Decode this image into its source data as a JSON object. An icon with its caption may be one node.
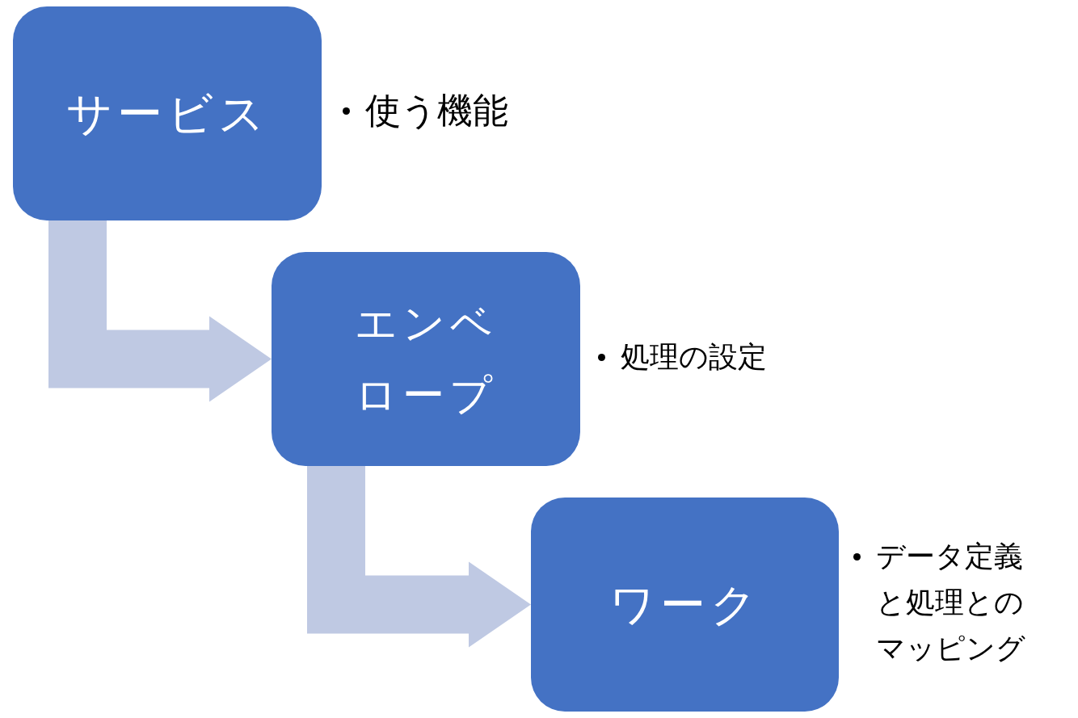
{
  "diagram": {
    "nodes": [
      {
        "text": [
          "サービス"
        ],
        "beside": [
          "使う機能"
        ]
      },
      {
        "text": [
          "エンベロープ"
        ],
        "beside": [
          "処理の設定"
        ]
      },
      {
        "text": [
          "ワーク"
        ],
        "beside": [
          "データ定義と処理とのマッピング"
        ]
      }
    ],
    "edges": [
      {
        "from": 0,
        "to": 1,
        "arrow": "to"
      },
      {
        "from": 1,
        "to": 2,
        "arrow": "to"
      }
    ]
  }
}
